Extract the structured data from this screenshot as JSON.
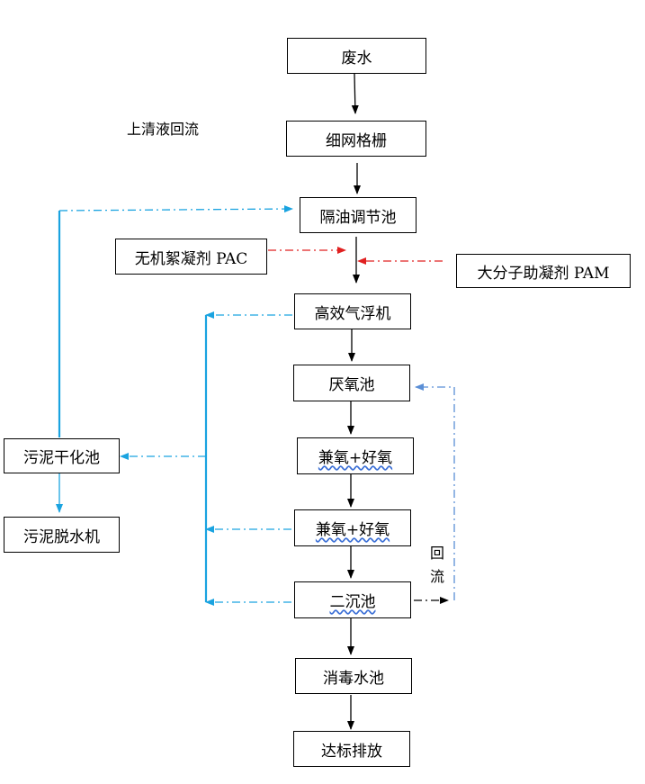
{
  "nodes": {
    "wastewater": "废水",
    "fine_screen": "细网格栅",
    "oil_separation": "隔油调节池",
    "pac": "无机絮凝剂 PAC",
    "pam": "大分子助凝剂 PAM",
    "daf": "高效气浮机",
    "anaerobic": "厌氧池",
    "anoxic_aerobic_1": "兼氧+好氧",
    "anoxic_aerobic_2": "兼氧+好氧",
    "secondary_clarifier": "二沉池",
    "disinfection": "消毒水池",
    "discharge": "达标排放",
    "sludge_drying": "污泥干化池",
    "sludge_dewatering": "污泥脱水机"
  },
  "labels": {
    "supernatant_return": "上清液回流",
    "return_1": "回",
    "return_2": "流"
  },
  "colors": {
    "main_flow": "#000000",
    "sludge_line": "#1aa3e0",
    "chemical_line": "#e02020",
    "return_line": "#5b8fd6"
  }
}
